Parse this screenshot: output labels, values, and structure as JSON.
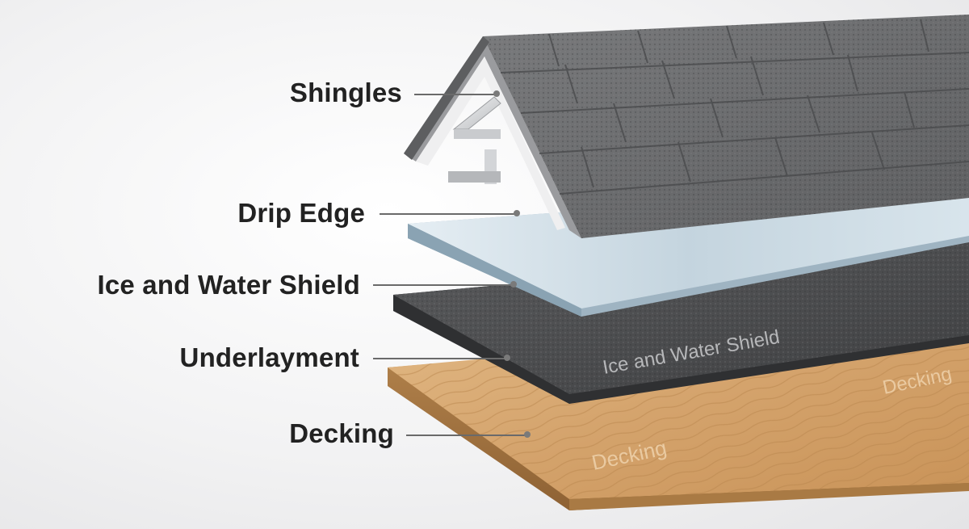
{
  "labels": {
    "shingles": "Shingles",
    "drip_edge": "Drip Edge",
    "ice_water_shield": "Ice and Water Shield",
    "underlayment": "Underlayment",
    "decking": "Decking"
  },
  "printed_on_layers": {
    "underlayment_stamp": "Ice and Water Shield",
    "decking_stamp_front": "Decking",
    "decking_stamp_back": "Decking"
  },
  "colors": {
    "shingle": "#6e6f71",
    "shingle_dark": "#4f5052",
    "drip_edge_metal": "#d9dadc",
    "shield_film": "#cfe0ea",
    "underlayment": "#4a4b4d",
    "decking_wood": "#d7a873",
    "label_text": "#222222"
  }
}
